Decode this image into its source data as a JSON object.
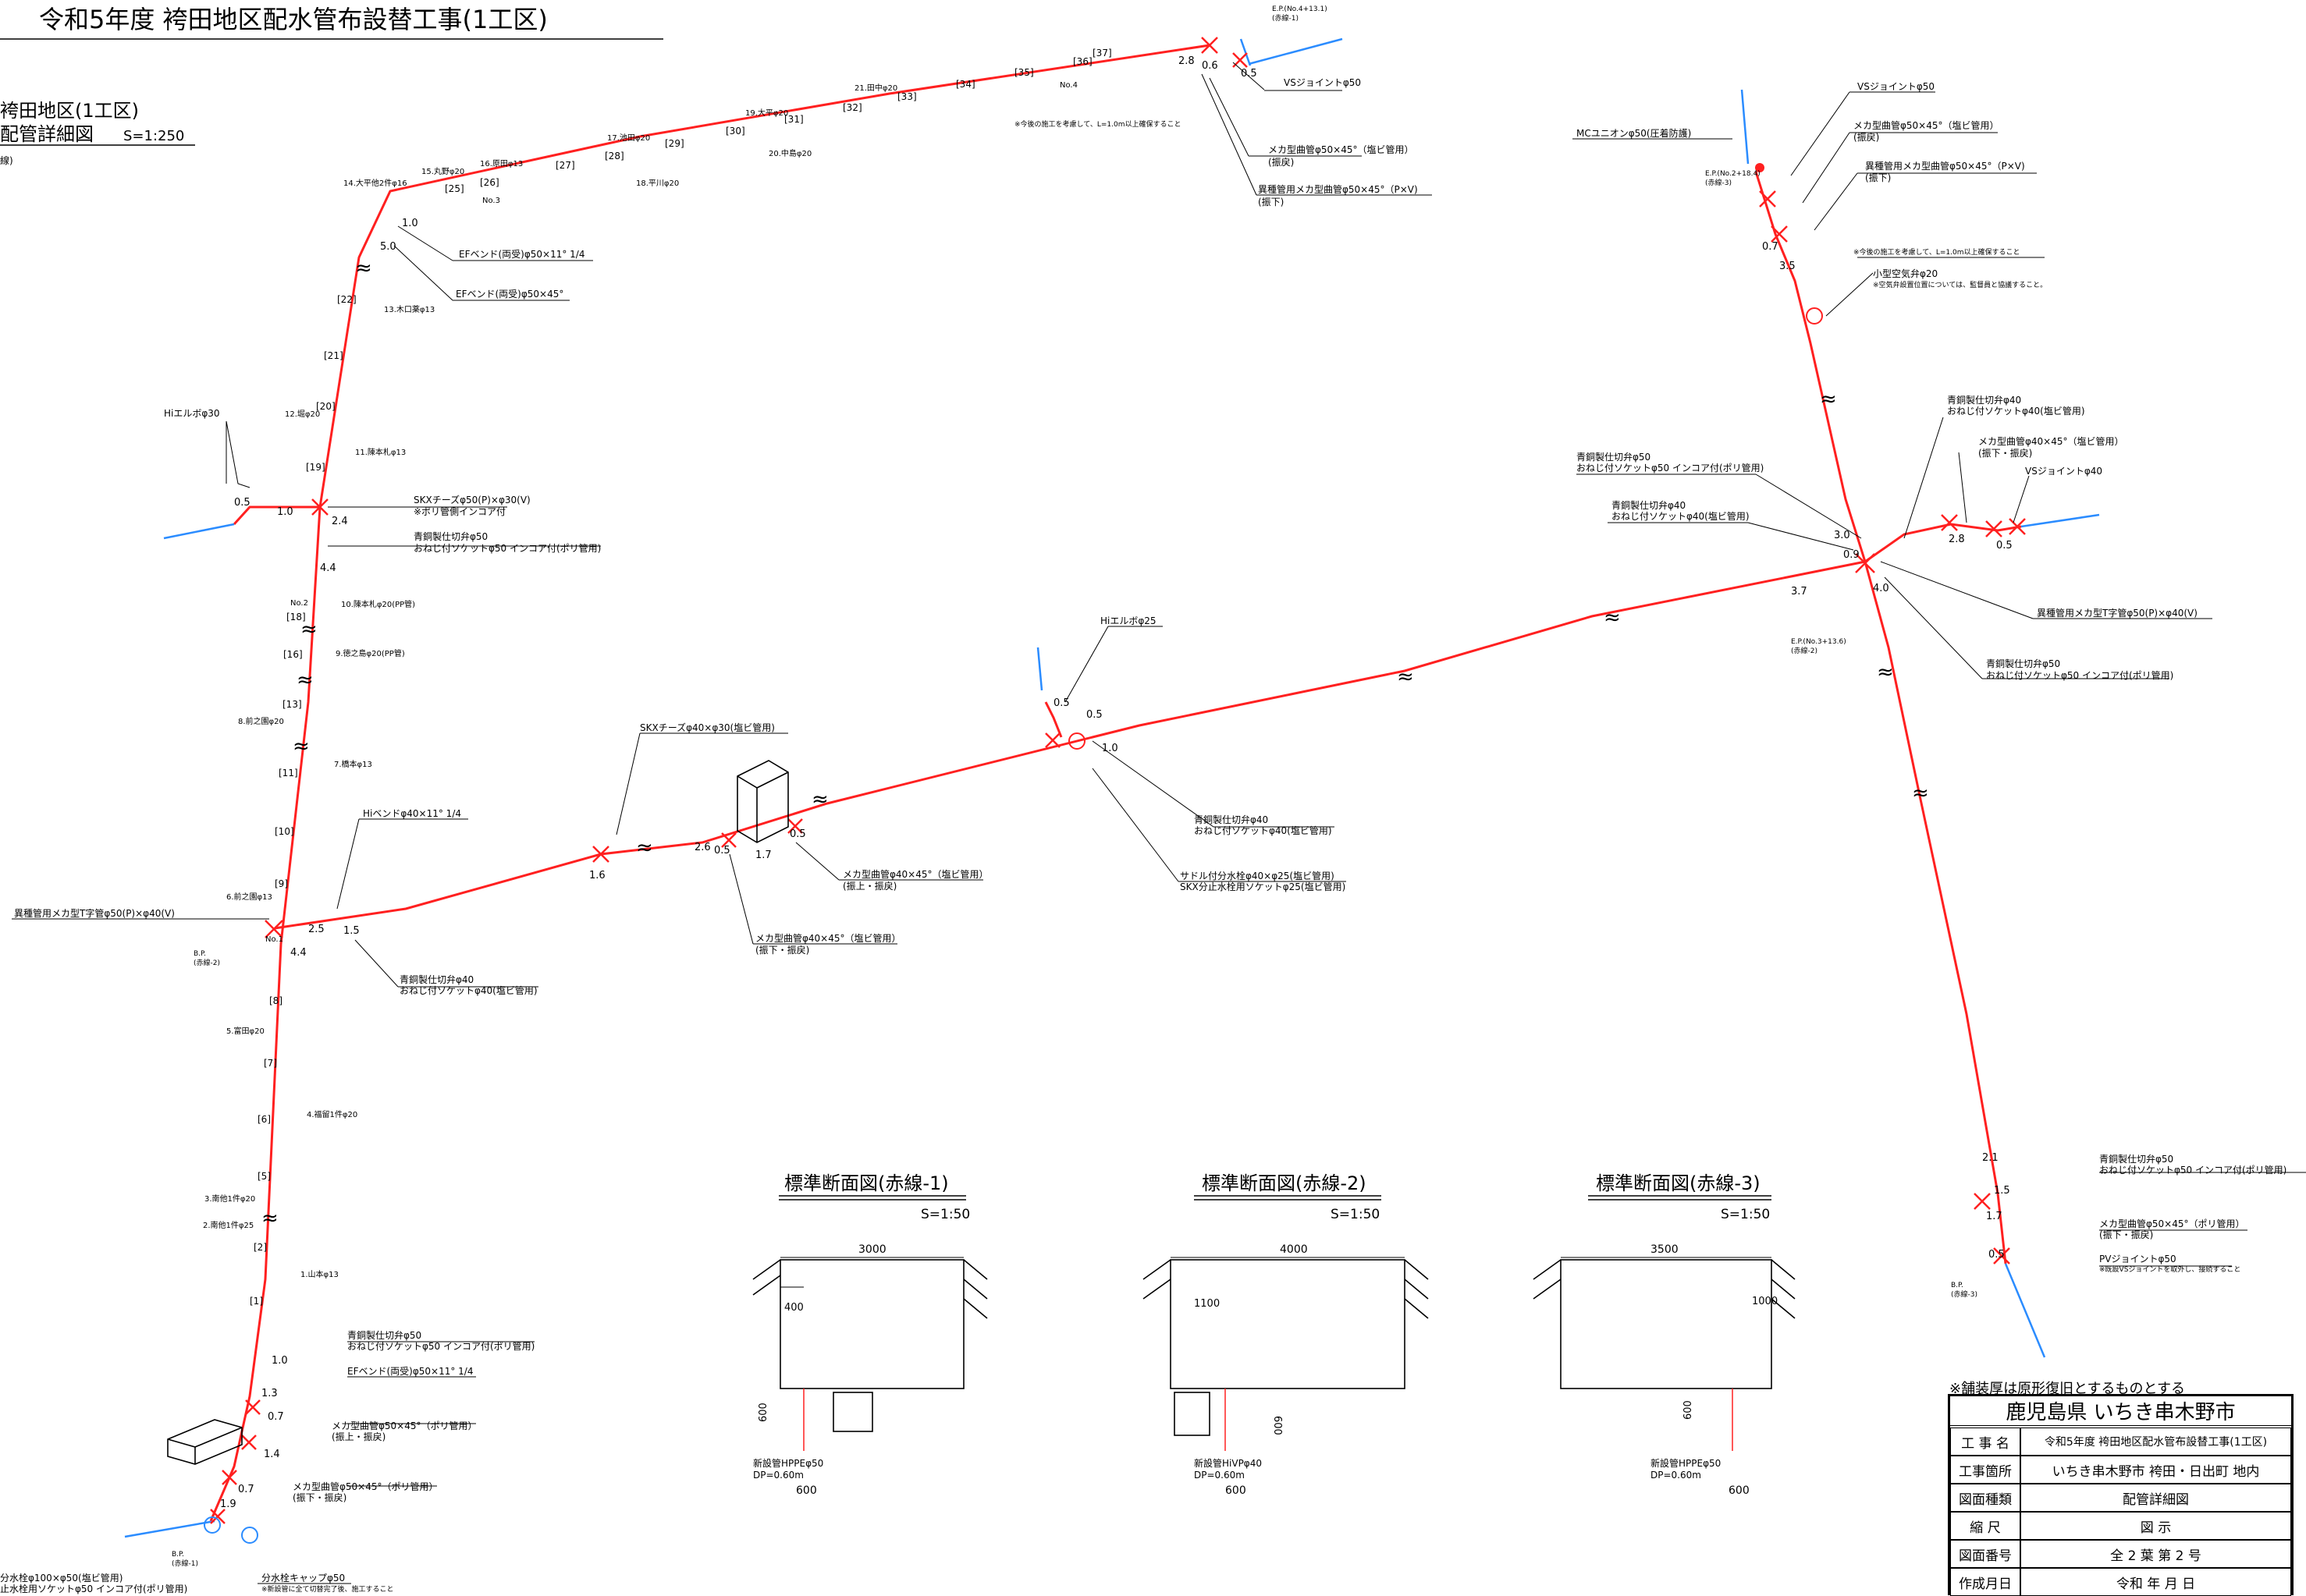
{
  "header": {
    "title": "令和5年度  袴田地区配水管布設替工事(1工区)",
    "subtitle1": "袴田地区(1工区)",
    "subtitle2": "配管詳細図",
    "scale": "S=1:250",
    "note": "線)"
  },
  "pipe_notes": {
    "vs_joint_top": "VSジョイントφ50",
    "meka50_top": "メカ型曲管φ50×45°（塩ビ管用）",
    "meka50_top_sub": "(振戻)",
    "ikei_top": "異種管用メカ型曲管φ50×45°（P×V)",
    "ikei_top_sub": "(振下)",
    "ef_bend_114": "EFベンド(両受)φ50×11° 1/4",
    "ef_bend_45": "EFベンド(両受)φ50×45°",
    "hi_elbow30": "Hiエルボφ30",
    "skx_tee": "SKXチーズφ50(P)×φ30(V)",
    "skx_tee_sub": "※ポリ管側インコア付",
    "seido50": "青銅製仕切弁φ50",
    "seido50_sub": "おねじ付ソケットφ50 インコア付(ポリ管用)",
    "mc_union": "MCユニオンφ50(圧着防護)",
    "vs_joint_r": "VSジョイントφ50",
    "meka50_r": "メカ型曲管φ50×45°（塩ビ管用）",
    "meka50_r_sub": "(振戻)",
    "ikei_r": "異種管用メカ型曲管φ50×45°（P×V)",
    "ikei_r_sub": "(振下)",
    "air_valve": "小型空気弁φ20",
    "air_valve_sub": "※空気弁設置位置については、監督員と協議すること。",
    "seido40_r": "青銅製仕切弁φ40",
    "seido40_r_sub": "おねじ付ソケットφ40(塩ビ管用)",
    "meka40_r": "メカ型曲管φ40×45°（塩ビ管用）",
    "meka40_r_sub": "(振下・振戻)",
    "vs40": "VSジョイントφ40",
    "seido50_mid": "青銅製仕切弁φ50",
    "seido50_mid_sub": "おねじ付ソケットφ50 インコア付(ポリ管用)",
    "seido40_mid": "青銅製仕切弁φ40",
    "seido40_mid_sub": "おねじ付ソケットφ40(塩ビ管用)",
    "ikei_tee_r": "異種管用メカ型T字管φ50(P)×φ40(V)",
    "seido50_r2": "青銅製仕切弁φ50",
    "seido50_r2_sub": "おねじ付ソケットφ50 インコア付(ポリ管用)",
    "hi_elbow25": "Hiエルボφ25",
    "skx_tee40": "SKXチーズφ40×φ30(塩ビ管用)",
    "hi_bend40": "Hiベンドφ40×11° 1/4",
    "ikei_tee_l": "異種管用メカ型T字管φ50(P)×φ40(V)",
    "seido40_l": "青銅製仕切弁φ40",
    "seido40_l_sub": "おねじ付ソケットφ40(塩ビ管用)",
    "meka40_a": "メカ型曲管φ40×45°（塩ビ管用）",
    "meka40_a_sub": "(振上・振戻)",
    "meka40_b": "メカ型曲管φ40×45°（塩ビ管用）",
    "meka40_b_sub": "(振下・振戻)",
    "seido40_c": "青銅製仕切弁φ40",
    "seido40_c_sub": "おねじ付ソケットφ40(塩ビ管用)",
    "saddle": "サドル付分水栓φ40×φ25(塩ビ管用)",
    "saddle_sub": "SKX分止水栓用ソケットφ25(塩ビ管用)",
    "seido50_b": "青銅製仕切弁φ50",
    "seido50_b_sub": "おねじ付ソケットφ50 インコア付(ポリ管用)",
    "ef_bend_b": "EFベンド(両受)φ50×11° 1/4",
    "meka50_b1": "メカ型曲管φ50×45°（ポリ管用）",
    "meka50_b1_sub": "(振上・振戻)",
    "meka50_b2": "メカ型曲管φ50×45°（ポリ管用）",
    "meka50_b2_sub": "(振下・振戻)",
    "bunsui": "分水栓キャップφ50",
    "bunsui_sub": "※新設管に全て切替完了後、施工すること",
    "bottom_left1": "分水栓φ100×φ50(塩ビ管用)",
    "bottom_left2": "止水栓用ソケットφ50 インコア付(ポリ管用)",
    "seido50_rb": "青銅製仕切弁φ50",
    "seido50_rb_sub": "おねじ付ソケットφ50 インコア付(ポリ管用)",
    "meka50_rb": "メカ型曲管φ50×45°（ポリ管用）",
    "meka50_rb_sub": "(振下・振戻)",
    "pv_joint": "PVジョイントφ50",
    "pv_joint_sub": "※既設VSジョイントを取外し、接続すること",
    "future_note": "※今後の施工を考慮して、L=1.0m以上確保すること",
    "future_note2": "※今後の施工を考慮して、L=1.0m以上確保すること",
    "bp_top": "E.P.(No.4+13.1)",
    "bp_top_sub": "(赤線-1)",
    "bp_r": "E.P.(No.2+18.4)",
    "bp_r_sub": "(赤線-3)",
    "bp_mid": "E.P.(No.3+13.6)",
    "bp_mid_sub": "(赤線-2)",
    "bp_l": "B.P.",
    "bp_l_sub": "(赤線-2)",
    "bp_bl": "B.P.",
    "bp_bl_sub": "(赤線-1)",
    "bp_rb": "B.P.",
    "bp_rb_sub": "(赤線-3)"
  },
  "dims": [
    "2.8",
    "0.6",
    "0.5",
    "1.0",
    "5.0",
    "0.5",
    "1.0",
    "2.4",
    "4.4",
    "2.5",
    "1.5",
    "4.4",
    "1.6",
    "2.6",
    "0.5",
    "1.7",
    "0.5",
    "0.5",
    "1.0",
    "0.5",
    "0.7",
    "3.5",
    "3.0",
    "0.9",
    "2.8",
    "0.5",
    "3.7",
    "4.0",
    "1.0",
    "1.3",
    "0.7",
    "1.4",
    "0.7",
    "1.9",
    "2.1",
    "1.5",
    "1.7",
    "0.5"
  ],
  "stations": [
    "[37]",
    "[36]",
    "[35]",
    "[34]",
    "[33]",
    "[32]",
    "[31]",
    "[30]",
    "[29]",
    "[28]",
    "[27]",
    "[26]",
    "[25]",
    "[22]",
    "[21]",
    "[20]",
    "[19]",
    "[18]",
    "[16]",
    "[13]",
    "[11]",
    "[10]",
    "[9]",
    "[8]",
    "[7]",
    "[6]",
    "[5]",
    "[2]",
    "[1]"
  ],
  "houses": {
    "h1": "21.田中φ20",
    "h2": "20.中島φ20",
    "h3": "19.大平φ20",
    "h4": "18.平川φ20",
    "h5": "17.池田φ20",
    "h6": "16.原田φ13",
    "h7": "15.丸野φ20",
    "h8": "14.大平他2件φ16",
    "h9": "13.木口薬φ13",
    "h10": "12.堀φ20",
    "h11": "11.陳本札φ13",
    "h12": "10.陳本札φ20(PP管)",
    "h13": "9.徳之島φ20(PP管)",
    "h14": "8.前之園φ20",
    "h15": "7.橋本φ13",
    "h16": "6.前之園φ13",
    "h17": "5.富田φ20",
    "h18": "4.福留1件φ20",
    "h19": "3.南他1件φ20",
    "h20": "2.南他1件φ25",
    "h21": "1.山本φ13",
    "no": "No.1",
    "no2": "No.2",
    "no3": "No.3",
    "no4": "No.4"
  },
  "sections": [
    {
      "title": "標準断面図(赤線-1)",
      "scale": "S=1:50",
      "width": "3000",
      "offset": "400",
      "depth": "600",
      "bottom": "600",
      "pipe": "新設管HPPEφ50",
      "dp": "DP=0.60m"
    },
    {
      "title": "標準断面図(赤線-2)",
      "scale": "S=1:50",
      "width": "4000",
      "offset": "1100",
      "depth": "600",
      "bottom": "600",
      "pipe": "新設管HiVPφ40",
      "dp": "DP=0.60m"
    },
    {
      "title": "標準断面図(赤線-3)",
      "scale": "S=1:50",
      "width": "3500",
      "offset": "1000",
      "depth": "600",
      "bottom": "600",
      "pipe": "新設管HPPEφ50",
      "dp": "DP=0.60m"
    }
  ],
  "titleblock": {
    "pave_note": "※舗装厚は原形復旧とするものとする",
    "owner": "鹿児島県  いちき串木野市",
    "rows": [
      {
        "label": "工 事 名",
        "value": "令和5年度 袴田地区配水管布設替工事(1工区)"
      },
      {
        "label": "工事箇所",
        "value": "いちき串木野市 袴田・日出町 地内"
      },
      {
        "label": "図面種類",
        "value": "配管詳細図"
      },
      {
        "label": "縮  尺",
        "value": "図 示"
      },
      {
        "label": "図面番号",
        "value": "全  2  葉      第  2  号"
      },
      {
        "label": "作成月日",
        "value": "令和  年  月  日"
      }
    ]
  },
  "colors": {
    "pipe": "#ff2020",
    "existing": "#2b8cff",
    "ink": "#000000"
  }
}
